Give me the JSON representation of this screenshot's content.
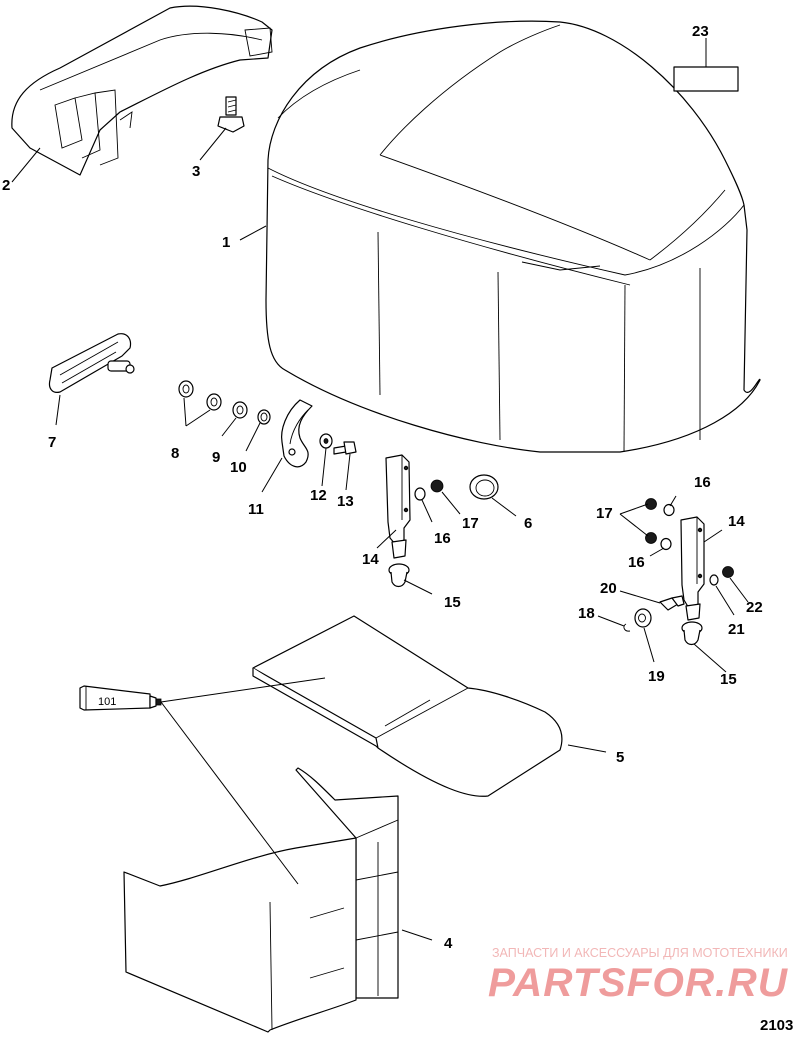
{
  "callouts": {
    "c1": "1",
    "c2": "2",
    "c3": "3",
    "c4": "4",
    "c5": "5",
    "c6": "6",
    "c7": "7",
    "c8": "8",
    "c9": "9",
    "c10": "10",
    "c11": "11",
    "c12": "12",
    "c13": "13",
    "c14a": "14",
    "c14b": "14",
    "c15a": "15",
    "c15b": "15",
    "c16a": "16",
    "c16b": "16",
    "c16c": "16",
    "c17a": "17",
    "c17b": "17",
    "c18": "18",
    "c19": "19",
    "c20": "20",
    "c21": "21",
    "c22": "22",
    "c23": "23"
  },
  "tube_label": "101",
  "watermark": {
    "tagline": "ЗАПЧАСТИ И АКСЕССУАРЫ ДЛЯ МОТОТЕХНИКИ",
    "logo": "PARTSFOR.RU",
    "color": "#ef9c9c"
  },
  "figure_number": "2103"
}
